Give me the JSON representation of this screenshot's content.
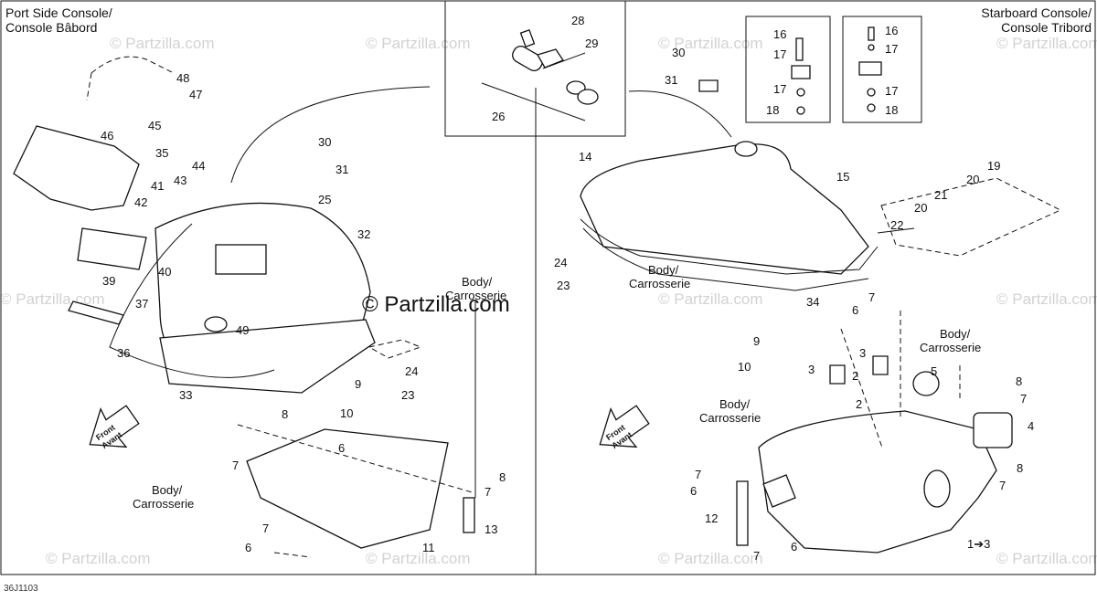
{
  "titles": {
    "left": "Port Side Console/\nConsole Bâbord",
    "right": "Starboard Console/\nConsole Tribord"
  },
  "brand_text": "© Partzilla.com",
  "watermark_text": "© Partzilla.com",
  "figure_code": "36J1103",
  "front_label": [
    "Front",
    "Avant"
  ],
  "body_label": [
    "Body/",
    "Carrosserie"
  ],
  "callouts": {
    "detail_top": [
      "28",
      "29",
      "26"
    ],
    "detail_right_a": [
      "16",
      "17",
      "17",
      "18"
    ],
    "detail_right_b": [
      "16",
      "17",
      "17",
      "18"
    ],
    "left_panel": [
      "48",
      "47",
      "45",
      "46",
      "35",
      "44",
      "43",
      "41",
      "42",
      "30",
      "31",
      "25",
      "32",
      "40",
      "39",
      "37",
      "36",
      "49",
      "33",
      "24",
      "23",
      "9",
      "10",
      "8",
      "7",
      "6",
      "7",
      "6",
      "11",
      "13",
      "8",
      "7"
    ],
    "right_panel": [
      "30",
      "31",
      "15",
      "14",
      "19",
      "20",
      "21",
      "20",
      "22",
      "24",
      "23",
      "34",
      "7",
      "6",
      "9",
      "10",
      "2",
      "3",
      "3",
      "2",
      "5",
      "8",
      "7",
      "4",
      "8",
      "7",
      "12",
      "7",
      "6",
      "7",
      "6",
      "1➔3"
    ]
  }
}
